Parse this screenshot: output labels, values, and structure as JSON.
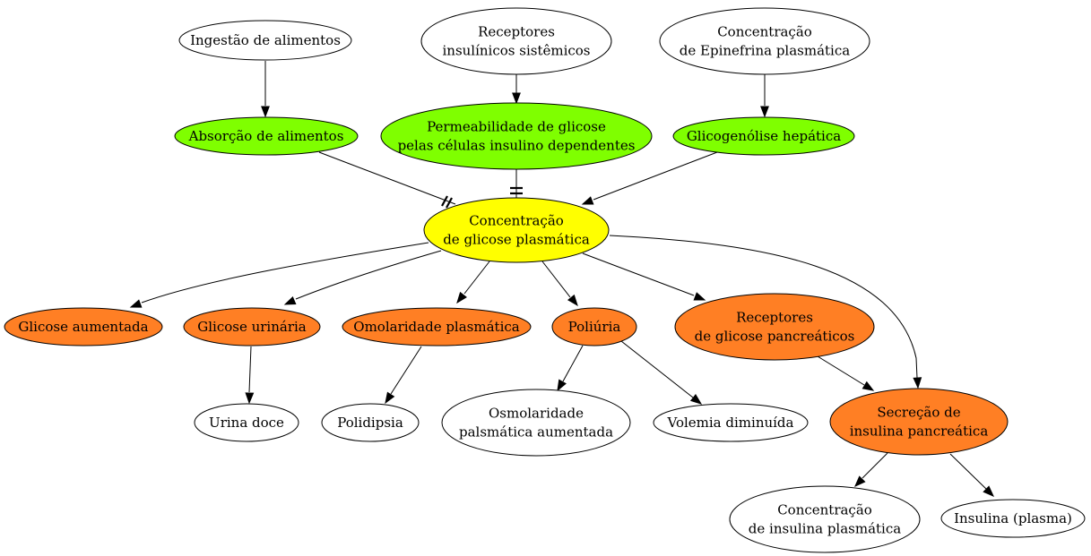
{
  "colors": {
    "white": "#ffffff",
    "green": "#7fff00",
    "yellow": "#ffff00",
    "orange": "#ff7f24"
  },
  "nodes": {
    "ingestao": {
      "lines": [
        "Ingestão de alimentos"
      ],
      "color": "white"
    },
    "receptores_insulinicos": {
      "lines": [
        "Receptores",
        "insulínicos sistêmicos"
      ],
      "color": "white"
    },
    "epinefrina": {
      "lines": [
        "Concentração",
        "de Epinefrina plasmática"
      ],
      "color": "white"
    },
    "absorcao": {
      "lines": [
        "Absorção de alimentos"
      ],
      "color": "green"
    },
    "permeabilidade": {
      "lines": [
        "Permeabilidade de glicose",
        "pelas células insulino dependentes"
      ],
      "color": "green"
    },
    "glicogenolise": {
      "lines": [
        "Glicogenólise hepática"
      ],
      "color": "green"
    },
    "glicose_plasmatica": {
      "lines": [
        "Concentração",
        "de glicose plasmática"
      ],
      "color": "yellow"
    },
    "glicose_aumentada": {
      "lines": [
        "Glicose aumentada"
      ],
      "color": "orange"
    },
    "glicose_urinaria": {
      "lines": [
        "Glicose urinária"
      ],
      "color": "orange"
    },
    "omolaridade": {
      "lines": [
        "Omolaridade plasmática"
      ],
      "color": "orange"
    },
    "poliuria": {
      "lines": [
        "Poliúria"
      ],
      "color": "orange"
    },
    "receptores_glicose": {
      "lines": [
        "Receptores",
        "de glicose pancreáticos"
      ],
      "color": "orange"
    },
    "urina_doce": {
      "lines": [
        "Urina doce"
      ],
      "color": "white"
    },
    "polidipsia": {
      "lines": [
        "Polidipsia"
      ],
      "color": "white"
    },
    "osmolaridade_aumentada": {
      "lines": [
        "Osmolaridade",
        "palsmática aumentada"
      ],
      "color": "white"
    },
    "volemia": {
      "lines": [
        "Volemia diminuída"
      ],
      "color": "white"
    },
    "secrecao": {
      "lines": [
        "Secreção de",
        "insulina pancreática"
      ],
      "color": "orange"
    },
    "insulina_concentracao": {
      "lines": [
        "Concentração",
        "de insulina plasmática"
      ],
      "color": "white"
    },
    "insulina_plasma": {
      "lines": [
        "Insulina (plasma)"
      ],
      "color": "white"
    }
  },
  "edges": [
    {
      "from": "ingestao",
      "to": "absorcao",
      "head": "arrow"
    },
    {
      "from": "receptores_insulinicos",
      "to": "permeabilidade",
      "head": "arrow"
    },
    {
      "from": "epinefrina",
      "to": "glicogenolise",
      "head": "arrow"
    },
    {
      "from": "absorcao",
      "to": "glicose_plasmatica",
      "head": "double-slash"
    },
    {
      "from": "permeabilidade",
      "to": "glicose_plasmatica",
      "head": "double-bar"
    },
    {
      "from": "glicogenolise",
      "to": "glicose_plasmatica",
      "head": "arrow"
    },
    {
      "from": "glicose_plasmatica",
      "to": "glicose_aumentada",
      "head": "arrow"
    },
    {
      "from": "glicose_plasmatica",
      "to": "glicose_urinaria",
      "head": "arrow"
    },
    {
      "from": "glicose_plasmatica",
      "to": "omolaridade",
      "head": "arrow"
    },
    {
      "from": "glicose_plasmatica",
      "to": "poliuria",
      "head": "arrow"
    },
    {
      "from": "glicose_plasmatica",
      "to": "receptores_glicose",
      "head": "arrow"
    },
    {
      "from": "glicose_plasmatica",
      "to": "secrecao",
      "head": "arrow"
    },
    {
      "from": "glicose_urinaria",
      "to": "urina_doce",
      "head": "arrow"
    },
    {
      "from": "omolaridade",
      "to": "polidipsia",
      "head": "arrow"
    },
    {
      "from": "poliuria",
      "to": "osmolaridade_aumentada",
      "head": "arrow"
    },
    {
      "from": "poliuria",
      "to": "volemia",
      "head": "arrow"
    },
    {
      "from": "receptores_glicose",
      "to": "secrecao",
      "head": "arrow"
    },
    {
      "from": "secrecao",
      "to": "insulina_concentracao",
      "head": "arrow"
    },
    {
      "from": "secrecao",
      "to": "insulina_plasma",
      "head": "arrow"
    }
  ]
}
